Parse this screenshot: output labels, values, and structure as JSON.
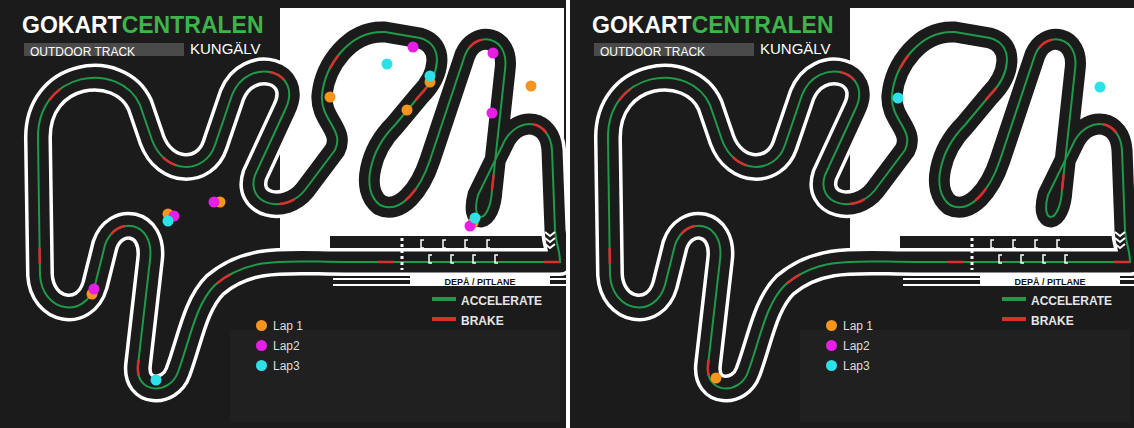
{
  "diagram": {
    "labels": [
      "GOKART",
      "CENTRALEN",
      "OUTDOOR TRACK",
      "KUNGÄLV",
      "DEPÅ / PITLANE",
      "GOKART",
      "CENTRALEN",
      "OUTDOOR TRACK",
      "KUNGÄLV",
      "DEPÅ / PITLANE"
    ],
    "legend": [
      {
        "text": "ACCELERATE"
      },
      {
        "text": "BRAKE"
      },
      {
        "text": "Lap 1",
        "color": "#f7941d"
      },
      {
        "text": "Lap2",
        "color": "#e61ee6"
      },
      {
        "text": "Lap3",
        "color": "#2ee0e8"
      },
      {
        "text": "ACCELERATE"
      },
      {
        "text": "BRAKE"
      },
      {
        "text": "Lap 1",
        "color": "#f7941d"
      },
      {
        "text": "Lap2",
        "color": "#e61ee6"
      },
      {
        "text": "Lap3",
        "color": "#2ee0e8"
      }
    ]
  }
}
